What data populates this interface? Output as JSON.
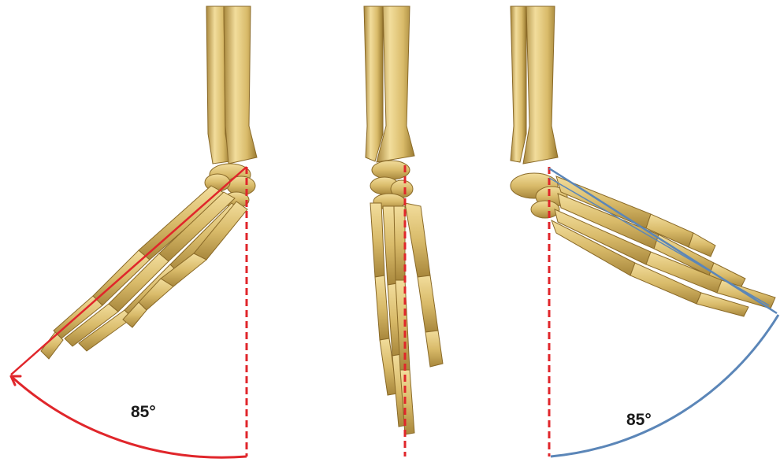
{
  "panels": [
    {
      "id": "left",
      "angle_label": "85°",
      "arc_color": "#e0262b"
    },
    {
      "id": "middle"
    },
    {
      "id": "right",
      "angle_label": "85°",
      "arc_color": "#5b86b8"
    }
  ],
  "colors": {
    "bone": "#d9bb6a",
    "bone_shadow": "#a8873c",
    "bone_highlight": "#f2dd9c",
    "reference_line": "#e0262b",
    "blue_line": "#5b86b8"
  }
}
